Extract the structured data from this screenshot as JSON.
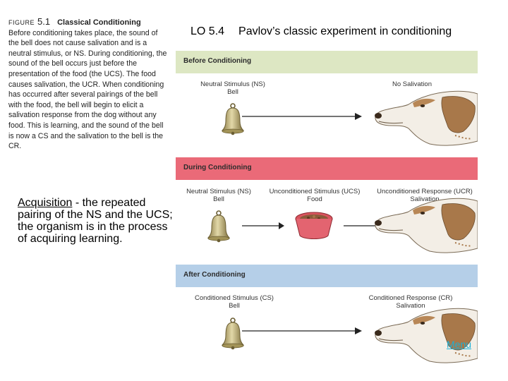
{
  "caption": {
    "figure_tag": "FIGURE",
    "figure_number": "5.1",
    "figure_title": "Classical Conditioning",
    "text": "Before conditioning takes place, the sound of the bell does not cause salivation and is a neutral stimulus, or NS. During conditioning, the sound of the bell occurs just before the presentation of the food (the UCS). The food causes salivation, the UCR. When conditioning has occurred after several pairings of the bell with the food, the bell will begin to elicit a salivation response from the dog without any food. This is learning, and the sound of the bell is now a CS and the salivation to the bell is the CR."
  },
  "header": {
    "lo": "LO 5.4",
    "title": "Pavlov’s classic experiment in conditioning"
  },
  "note": {
    "term": "Acquisition",
    "text": " - the repeated pairing of the NS and the UCS; the organism is in the process of acquiring learning."
  },
  "panels": {
    "before": {
      "heading": "Before Conditioning",
      "stimulus_line1": "Neutral Stimulus (NS)",
      "stimulus_line2": "Bell",
      "response": "No Salivation"
    },
    "during": {
      "heading": "During Conditioning",
      "ns_line1": "Neutral Stimulus (NS)",
      "ns_line2": "Bell",
      "ucs_line1": "Unconditioned Stimulus (UCS)",
      "ucs_line2": "Food",
      "ucr_line1": "Unconditioned Response (UCR)",
      "ucr_line2": "Salivation"
    },
    "after": {
      "heading": "After Conditioning",
      "cs_line1": "Conditioned Stimulus (CS)",
      "cs_line2": "Bell",
      "cr_line1": "Conditioned Response (CR)",
      "cr_line2": "Salivation"
    }
  },
  "menu": {
    "label": "Menu"
  },
  "colors": {
    "before_band": "#dde7c3",
    "during_band": "#ea6a78",
    "after_band": "#b5cfe8",
    "link": "#1ab0d8"
  }
}
